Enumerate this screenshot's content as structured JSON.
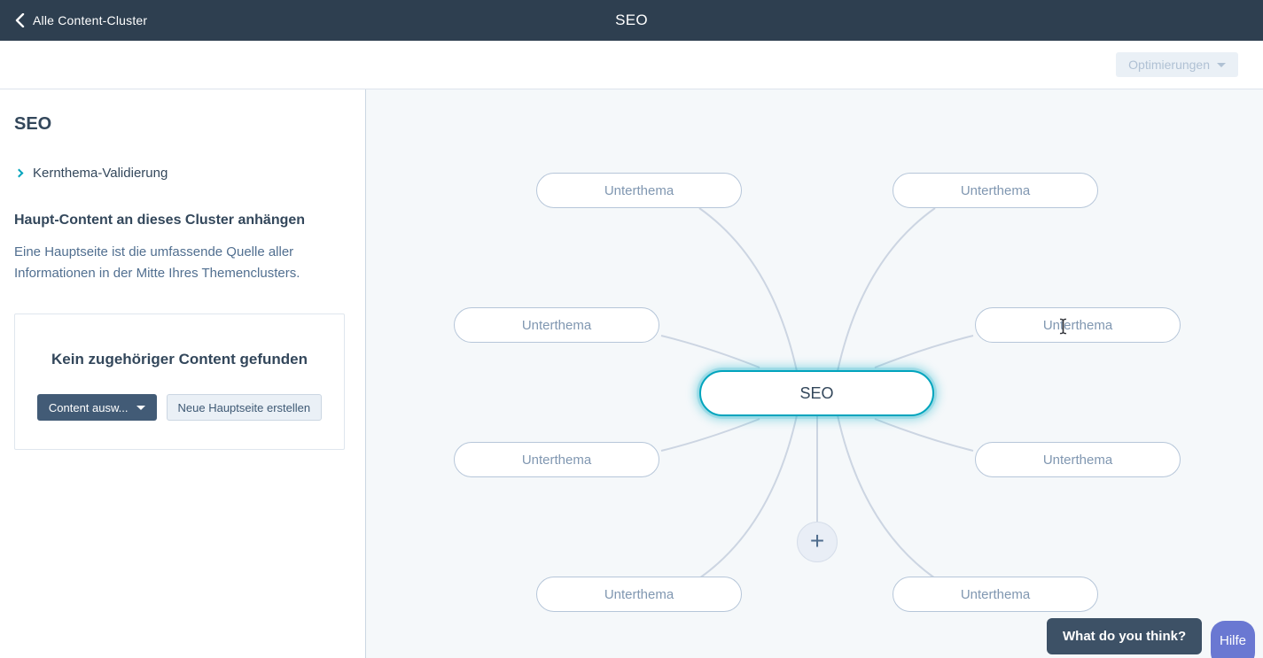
{
  "top_bar": {
    "back_label": "Alle Content-Cluster",
    "title": "SEO"
  },
  "toolbar": {
    "optimizations_label": "Optimierungen"
  },
  "sidebar": {
    "title": "SEO",
    "validation_link": "Kernthema-Validierung",
    "attach_heading": "Haupt-Content an dieses Cluster anhängen",
    "attach_description": "Eine Hauptseite ist die umfassende Quelle aller Informationen in der Mitte Ihres Themenclusters.",
    "empty_card": {
      "heading": "Kein zugehöriger Content gefunden",
      "select_content_button": "Content ausw...",
      "create_page_button": "Neue Hauptseite erstellen"
    }
  },
  "diagram": {
    "center_label": "SEO",
    "add_button_label": "+",
    "subtopics": [
      {
        "label": "Unterthema"
      },
      {
        "label": "Unterthema"
      },
      {
        "label": "Unterthema"
      },
      {
        "label": "Unterthema"
      },
      {
        "label": "Unterthema"
      },
      {
        "label": "Unterthema"
      },
      {
        "label": "Unterthema"
      },
      {
        "label": "Unterthema"
      }
    ]
  },
  "floating": {
    "feedback_label": "What do you think?",
    "help_label": "Hilfe"
  },
  "colors": {
    "topbar_bg": "#2e3f50",
    "accent_teal": "#00a4bd",
    "primary_button": "#425b76",
    "disabled_text": "#b0c1d4",
    "connector_line": "#ccd5e2",
    "diagram_bg": "#f5f8fa",
    "help_button": "#6a78d2",
    "feedback_button": "#3d5166"
  }
}
